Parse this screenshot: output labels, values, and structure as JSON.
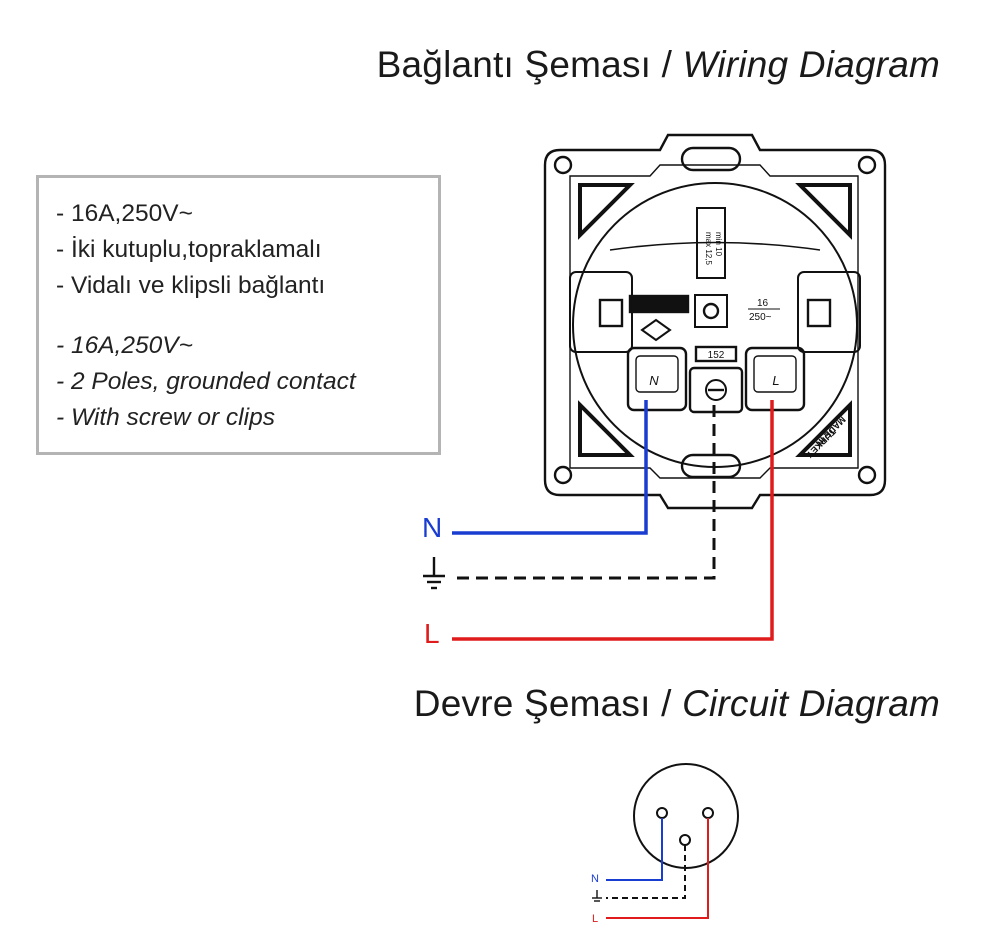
{
  "wiring_title": {
    "turkish": "Bağlantı Şeması",
    "separator": " / ",
    "english": "Wiring Diagram"
  },
  "circuit_title": {
    "turkish": "Devre Şeması",
    "separator": " / ",
    "english": "Circuit Diagram"
  },
  "specs_tr": [
    "- 16A,250V~",
    "- İki kutuplu,topraklamalı",
    "- Vidalı ve klipsli bağlantı"
  ],
  "specs_en": [
    "- 16A,250V~",
    "- 2 Poles, grounded contact",
    "- With screw or clips"
  ],
  "socket_markings": {
    "label_152": "152",
    "terminal_n": "N",
    "terminal_l": "L",
    "rating_top": "16",
    "rating_bottom": "250~",
    "max": "max 12,5",
    "min": "min 10",
    "made_in": "MADE IN",
    "country": "TURKEY"
  },
  "wire_labels": {
    "neutral": "N",
    "live": "L"
  },
  "colors": {
    "neutral": "#1a3dd1",
    "live": "#e01b1b",
    "earth": "#111111",
    "box_border": "#b4b4b4"
  },
  "icons": [
    "ground-icon"
  ]
}
